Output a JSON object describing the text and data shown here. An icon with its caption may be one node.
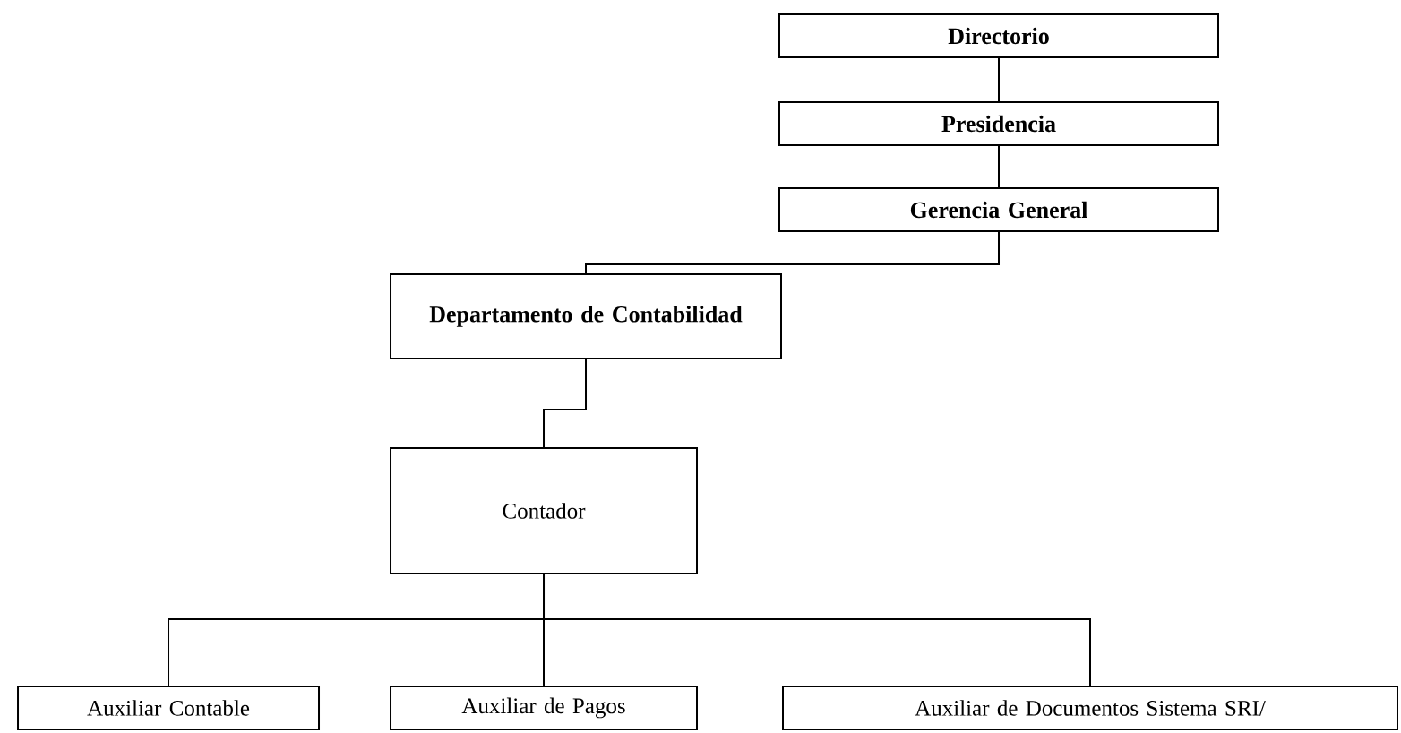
{
  "diagram": {
    "nodes": [
      {
        "text": [
          "Directorio"
        ]
      },
      {
        "text": [
          "Presidencia"
        ]
      },
      {
        "text": [
          "Gerencia General"
        ]
      },
      {
        "text": [
          "Departamento de Contabilidad"
        ]
      },
      {
        "text": [
          "Contador"
        ]
      },
      {
        "text": [
          "Auxiliar Contable"
        ]
      },
      {
        "text": [
          "Auxiliar de Pagos"
        ]
      },
      {
        "text": [
          "Auxiliar de Documentos Sistema SRI/"
        ]
      }
    ],
    "edges": [
      {
        "from": 0,
        "to": 1,
        "arrow": "none"
      },
      {
        "from": 1,
        "to": 2,
        "arrow": "none"
      },
      {
        "from": 2,
        "to": 3,
        "arrow": "none"
      },
      {
        "from": 3,
        "to": 4,
        "arrow": "none"
      },
      {
        "from": 4,
        "to": 5,
        "arrow": "none"
      },
      {
        "from": 4,
        "to": 6,
        "arrow": "none"
      },
      {
        "from": 4,
        "to": 7,
        "arrow": "none"
      }
    ]
  }
}
